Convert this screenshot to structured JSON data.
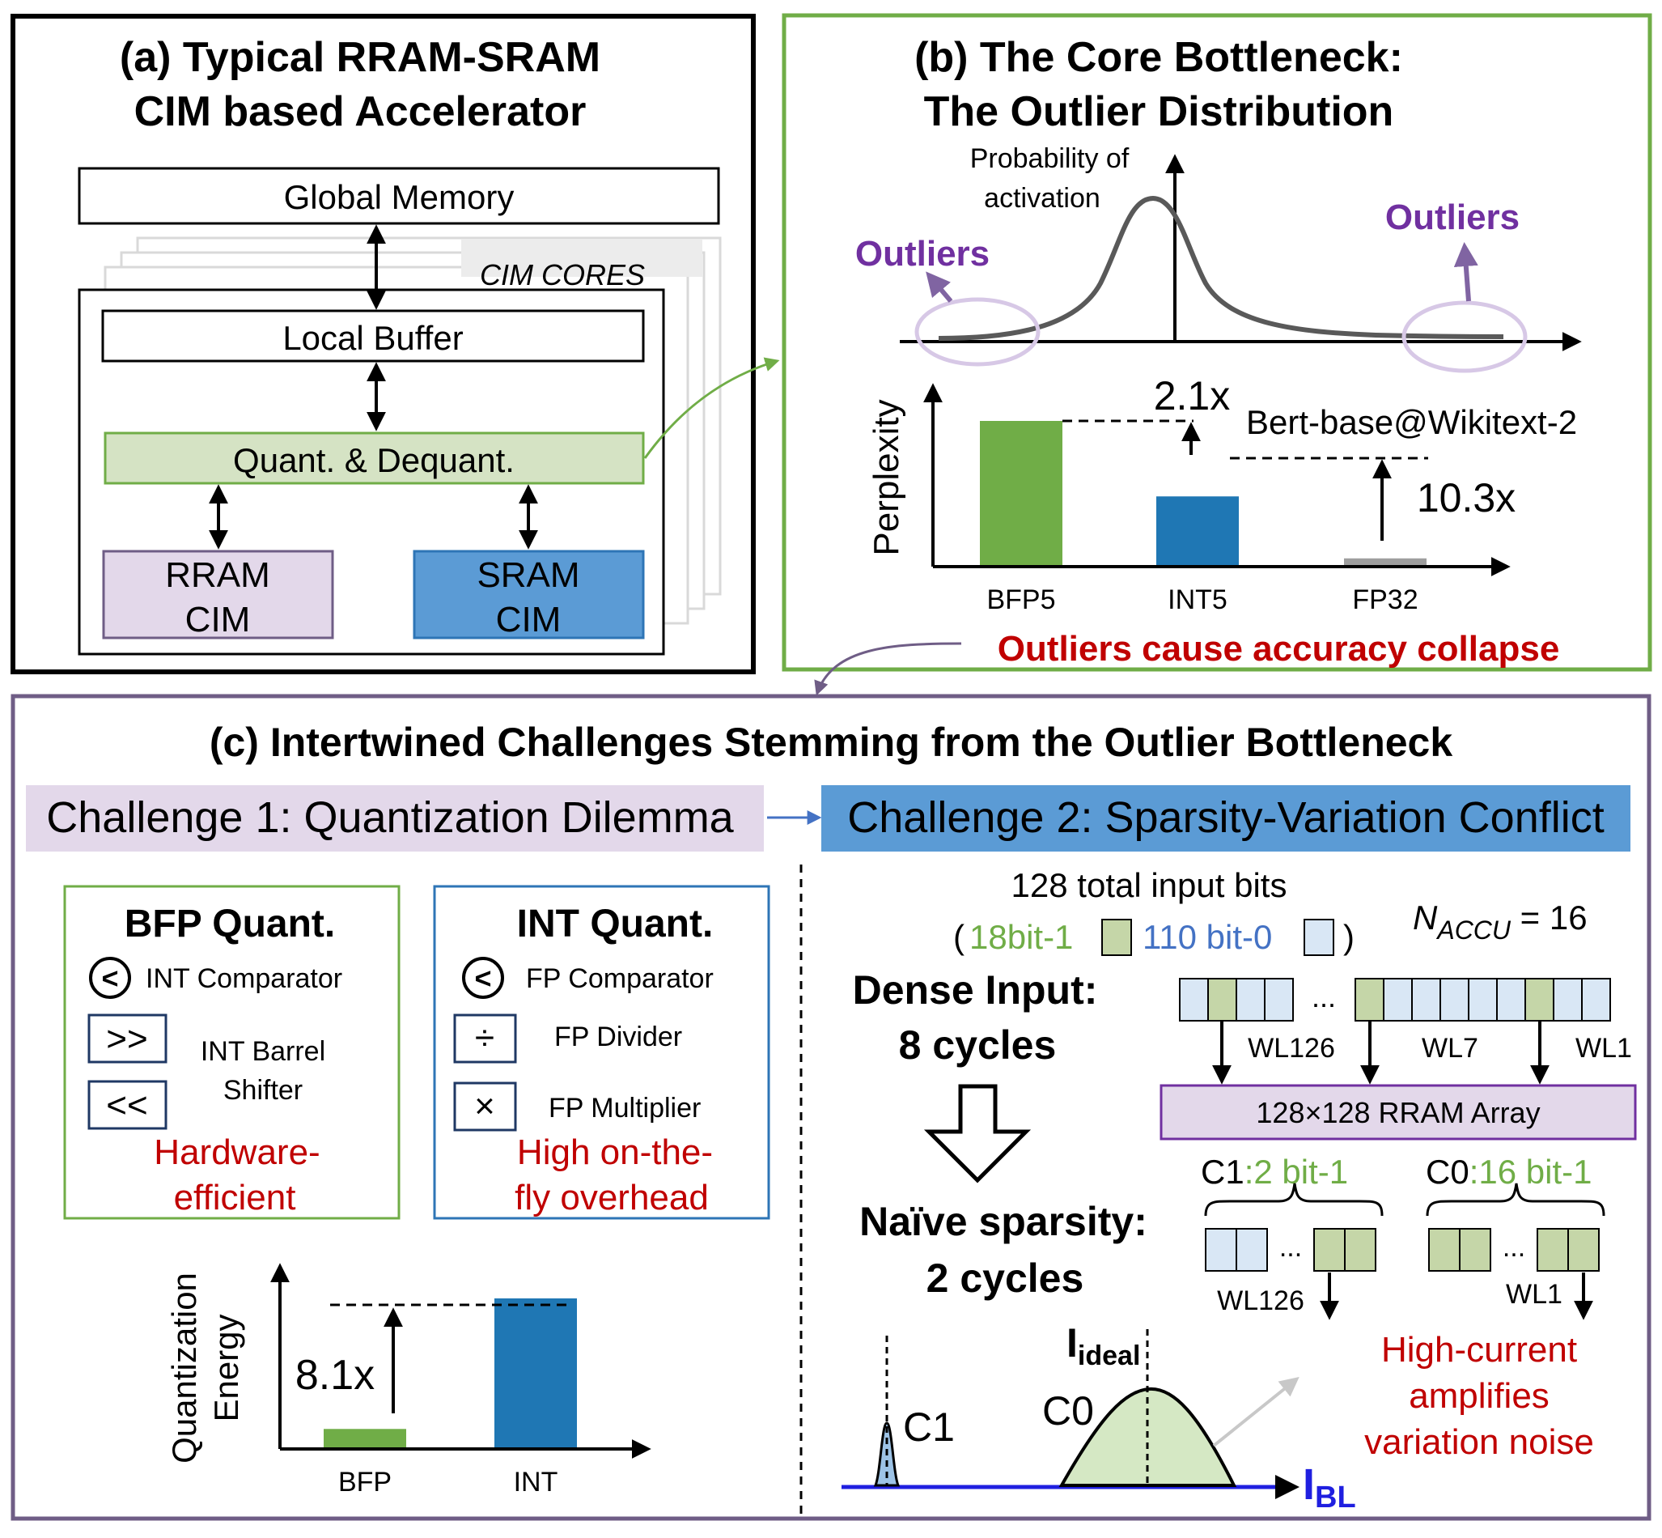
{
  "panel_a": {
    "title_line1": "(a) Typical RRAM-SRAM",
    "title_line2": "CIM based Accelerator",
    "global_memory": "Global Memory",
    "cim_cores": "CIM CORES",
    "local_buffer": "Local Buffer",
    "quant_dequant": "Quant. & Dequant.",
    "rram_cim_line1": "RRAM",
    "rram_cim_line2": "CIM",
    "sram_cim_line1": "SRAM",
    "sram_cim_line2": "CIM",
    "colors": {
      "quant": "#d5e3c4",
      "rram": "#e3d8ea",
      "sram": "#5b9bd5",
      "frame": "#000000"
    }
  },
  "panel_b": {
    "title_line1": "(b) The Core Bottleneck:",
    "title_line2": "The Outlier Distribution",
    "dist_ylabel_line1": "Probability  of",
    "dist_ylabel_line2": "activation",
    "outliers_left": "Outliers",
    "outliers_right": "Outliers",
    "perplexity_label": "Perplexity",
    "ratio_top": "2.1x",
    "ratio_right": "10.3x",
    "model_label": "Bert-base@Wikitext-2",
    "collapse_note": "Outliers cause accuracy collapse",
    "chart_data": {
      "type": "bar",
      "categories": [
        "BFP5",
        "INT5",
        "FP32"
      ],
      "values": [
        2.1,
        1.0,
        0.097
      ],
      "ylabel": "Perplexity",
      "colors": [
        "#70ad47",
        "#1f77b4",
        "#9e9e9e"
      ]
    },
    "colors": {
      "frame": "#70ad47",
      "outlier_text": "#7030a0",
      "collapse": "#c00000"
    }
  },
  "panel_c": {
    "title": "(c) Intertwined Challenges Stemming from the Outlier Bottleneck",
    "challenge1": "Challenge 1: Quantization Dilemma",
    "challenge2": "Challenge 2: Sparsity-Variation Conflict",
    "bfp_box": {
      "title": "BFP Quant.",
      "comparator_icon": "<",
      "comparator": "INT  Comparator",
      "shift_right_icon": ">>",
      "shift_left_icon": "<<",
      "shifter_line1": "INT  Barrel",
      "shifter_line2": "Shifter",
      "verdict_line1": "Hardware-",
      "verdict_line2": "efficient"
    },
    "int_box": {
      "title": "INT Quant.",
      "comparator_icon": "<",
      "comparator": "FP  Comparator",
      "divider_icon": "÷",
      "divider": "FP  Divider",
      "multiplier_icon": "×",
      "multiplier": "FP  Multiplier",
      "verdict_line1": "High on-the-",
      "verdict_line2": "fly overhead"
    },
    "energy_chart": {
      "ylabel_line1": "Quantization",
      "ylabel_line2": "Energy",
      "ratio": "8.1x",
      "chart_data": {
        "type": "bar",
        "categories": [
          "BFP",
          "INT"
        ],
        "values": [
          1.0,
          8.1
        ],
        "ylabel": "Quantization Energy",
        "colors": [
          "#70ad47",
          "#1f77b4"
        ]
      }
    },
    "input_bits": {
      "total": "128 total input bits",
      "paren_open": "(",
      "ones": "18bit-1",
      "zeros": "110 bit-0",
      "paren_close": ")",
      "naccu_n": "N",
      "naccu_sub": "ACCU",
      "naccu_value": " = 16"
    },
    "dense_line1": "Dense Input:",
    "dense_line2": "8 cycles",
    "naive_line1": "Naïve sparsity:",
    "naive_line2": "2 cycles",
    "ellipsis": "...",
    "wl_labels": [
      "WL126",
      "WL7",
      "WL1"
    ],
    "rram_array": "128×128  RRAM Array",
    "c1_name": "C1",
    "c1_suffix": ":2 bit-1",
    "c0_name": "C0",
    "c0_suffix": ":16 bit-1",
    "bottom_wl_left": "WL126",
    "bottom_wl_right": "WL1",
    "curve_c1": "C1",
    "curve_c0": "C0",
    "i_ideal_main": "I",
    "i_ideal_sub": "ideal",
    "i_bl_main": "I",
    "i_bl_sub": "BL",
    "noise_line1": "High-current",
    "noise_line2": "amplifies",
    "noise_line3": "variation noise",
    "colors": {
      "frame": "#6f5d86",
      "challenge1_bg": "#e3d8ea",
      "challenge2_bg": "#5b9bd5",
      "cell_light": "#d9e7f5",
      "cell_green": "#c5d6a8",
      "red_text": "#c00000",
      "green_text": "#70ad47",
      "blue_text": "#4472c4",
      "axis_blue": "#1f1fe0"
    }
  }
}
